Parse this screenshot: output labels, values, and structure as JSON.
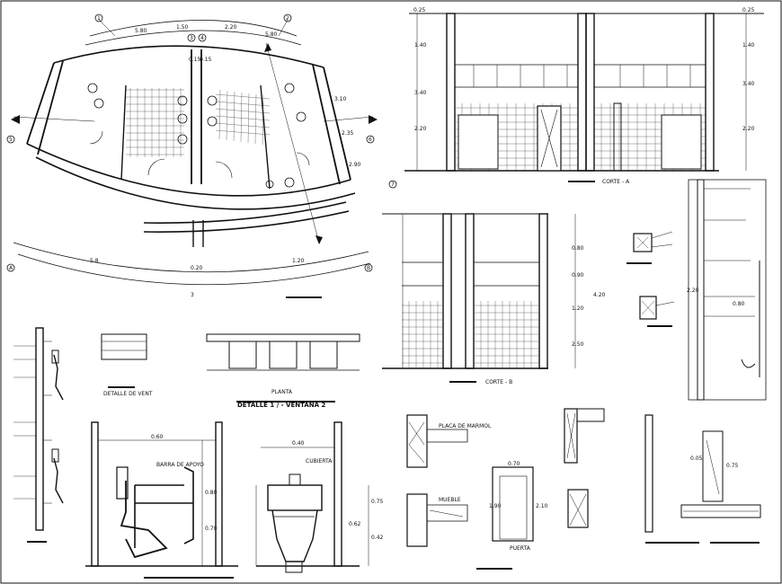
{
  "sheet": {
    "section_labels": {
      "detail_gx": "DETALLE 1 / - VENTANA 2",
      "detail_vent": "DETALLE DE VENT",
      "elev_upper": "CORTE - A",
      "elev_lower": "CORTE - B",
      "small_plan_label": "PLANTA"
    },
    "plan_dims": {
      "top_arc": [
        "5.80",
        "1.50",
        "2.20",
        "5.80"
      ],
      "mid": [
        "0.15",
        "0.15"
      ],
      "bottom_arc": [
        "5.8",
        "0.20",
        "1.20"
      ],
      "right": [
        "3.10",
        "2.35",
        "2.90"
      ]
    },
    "axis_bubbles": [
      "1",
      "2",
      "3",
      "4",
      "5",
      "6",
      "7",
      "A",
      "B"
    ],
    "elev_dims": [
      "0.25",
      "1.40",
      "3.40",
      "0.80",
      "2.20",
      "0.90",
      "1.20",
      "2.50",
      "4.20"
    ],
    "toilet_dims": [
      "0.60",
      "0.80",
      "0.70",
      "0.40",
      "0.75",
      "0.42",
      "0.62"
    ],
    "door_dims": [
      "0.70",
      "1.90",
      "2.10",
      "0.05"
    ],
    "notes": {
      "n1": "PLACA DE MARMOL",
      "n2": "MUEBLE",
      "n3": "PUERTA",
      "n4": "CUBIERTA",
      "n5": "BARRA DE APOYO"
    }
  }
}
